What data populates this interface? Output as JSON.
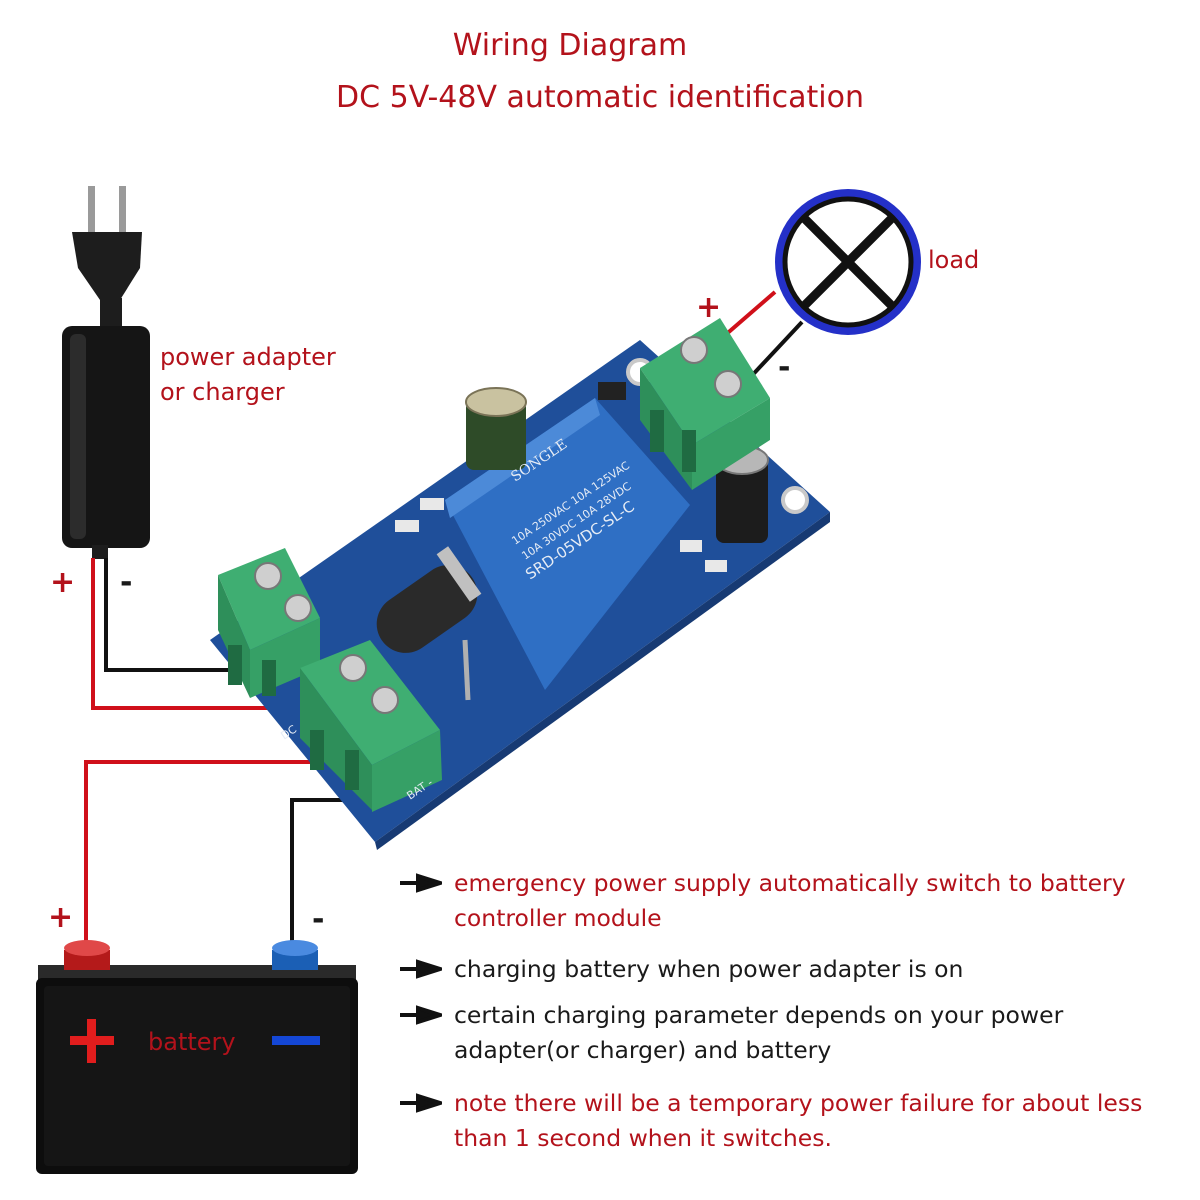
{
  "header": {
    "title": "Wiring Diagram",
    "subtitle": "DC 5V-48V automatic identification"
  },
  "labels": {
    "load": "load",
    "adapter_line1": "power adapter",
    "adapter_line2": "or charger",
    "battery": "battery",
    "plus": "+",
    "minus": "-"
  },
  "board": {
    "relay_brand": "SONGLE",
    "relay_line1": "10A 250VAC 10A 125VAC",
    "relay_line2": "10A 30VDC 10A 28VDC",
    "relay_model": "SRD-05VDC-SL-C",
    "silk_bat": "BAT -",
    "silk_dc": "DC"
  },
  "notes": [
    {
      "text": "emergency power supply automatically switch to battery\ncontroller module",
      "color": "#b3121b"
    },
    {
      "text": "charging battery when power adapter is on",
      "color": "#1a1a1a"
    },
    {
      "text": "certain charging parameter depends on your power\nadapter(or charger) and battery",
      "color": "#1a1a1a"
    },
    {
      "text": "note there will be a temporary power failure for about less\nthan 1 second when it switches.",
      "color": "#b3121b"
    }
  ],
  "colors": {
    "accent_red": "#b3121b",
    "wire_red": "#d0101a",
    "wire_black": "#111111",
    "pcb_blue": "#1f4f9a",
    "terminal_green": "#3fae72",
    "relay_blue": "#2f6fc4"
  }
}
